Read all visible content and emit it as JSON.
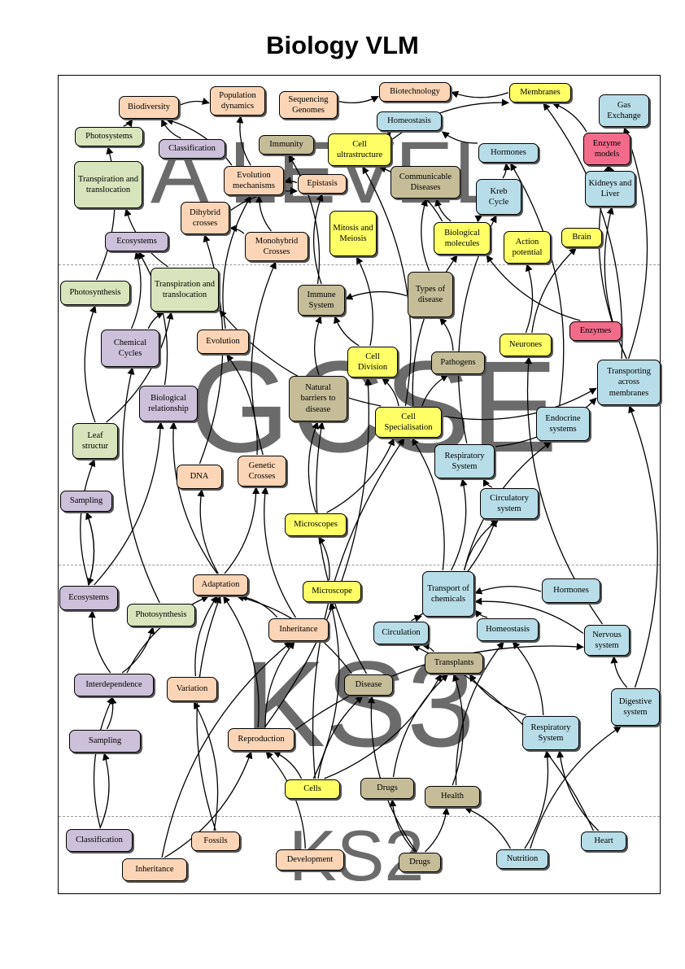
{
  "title": "Biology VLM",
  "watermarks": {
    "alevel": "A LEVEL",
    "gcse": "GCSE",
    "ks3": "KS3",
    "ks2": "KS2"
  },
  "colors": {
    "orange": "#fbd5b5",
    "yellow": "#ffff66",
    "green": "#d8e4bc",
    "purple": "#ccc0da",
    "blue": "#b7dde8",
    "khaki": "#c4bd97",
    "pink": "#f26b8a"
  },
  "nodes": {
    "biodiversity": {
      "label": "Biodiversity",
      "color": "orange"
    },
    "population_dynamics": {
      "label": "Population dynamics",
      "color": "orange"
    },
    "sequencing_genomes": {
      "label": "Sequencing Genomes",
      "color": "orange"
    },
    "biotechnology": {
      "label": "Biotechnology",
      "color": "orange"
    },
    "membranes": {
      "label": "Membranes",
      "color": "yellow"
    },
    "gas_exchange": {
      "label": "Gas Exchange",
      "color": "blue"
    },
    "photosystems": {
      "label": "Photosystems",
      "color": "green"
    },
    "classification_al": {
      "label": "Classification",
      "color": "purple"
    },
    "immunity": {
      "label": "Immunity",
      "color": "khaki"
    },
    "homeostasis_al": {
      "label": "Homeostasis",
      "color": "blue"
    },
    "cell_ultrastructure": {
      "label": "Cell ultrastructure",
      "color": "yellow"
    },
    "hormones_al": {
      "label": "Hormones",
      "color": "blue"
    },
    "enzyme_models": {
      "label": "Enzyme models",
      "color": "pink"
    },
    "transpiration_al": {
      "label": "Transpiration and translocation",
      "color": "green"
    },
    "evolution_mechanisms": {
      "label": "Evolution mechanisms",
      "color": "orange"
    },
    "epistasis": {
      "label": "Epistasis",
      "color": "orange"
    },
    "communicable_diseases": {
      "label": "Communicable Diseases",
      "color": "khaki"
    },
    "kreb_cycle": {
      "label": "Kreb Cycle",
      "color": "blue"
    },
    "kidneys_liver": {
      "label": "Kidneys and Liver",
      "color": "blue"
    },
    "dihybrid_crosses": {
      "label": "Dihybrid crosses",
      "color": "orange"
    },
    "mitosis_meiosis": {
      "label": "Mitosis and Meiosis",
      "color": "yellow"
    },
    "biological_molecules": {
      "label": "Biological molecules",
      "color": "yellow"
    },
    "action_potential": {
      "label": "Action potential",
      "color": "yellow"
    },
    "brain": {
      "label": "Brain",
      "color": "yellow"
    },
    "ecosystems_al": {
      "label": "Ecosystems",
      "color": "purple"
    },
    "monohybrid_crosses": {
      "label": "Monohybrid Crosses",
      "color": "orange"
    },
    "photosynthesis_gcse": {
      "label": "Photosynthesis",
      "color": "green"
    },
    "transpiration_gcse": {
      "label": "Transpiration and translocation",
      "color": "green"
    },
    "immune_system": {
      "label": "Immune System",
      "color": "khaki"
    },
    "types_of_disease": {
      "label": "Types of disease",
      "color": "khaki"
    },
    "enzymes": {
      "label": "Enzymes",
      "color": "pink"
    },
    "chemical_cycles": {
      "label": "Chemical Cycles",
      "color": "purple"
    },
    "evolution": {
      "label": "Evolution",
      "color": "orange"
    },
    "cell_division": {
      "label": "Cell Division",
      "color": "yellow"
    },
    "pathogens": {
      "label": "Pathogens",
      "color": "khaki"
    },
    "neurones": {
      "label": "Neurones",
      "color": "yellow"
    },
    "transporting_membranes": {
      "label": "Transporting across membranes",
      "color": "blue"
    },
    "biological_relationship": {
      "label": "Biological relationship",
      "color": "purple"
    },
    "natural_barriers": {
      "label": "Natural barriers to disease",
      "color": "khaki"
    },
    "leaf_structur": {
      "label": "Leaf structur",
      "color": "green"
    },
    "cell_specialisation": {
      "label": "Cell Specialisation",
      "color": "yellow"
    },
    "endocrine_systems": {
      "label": "Endocrine systems",
      "color": "blue"
    },
    "respiratory_gcse": {
      "label": "Respiratory System",
      "color": "blue"
    },
    "dna": {
      "label": "DNA",
      "color": "orange"
    },
    "genetic_crosses": {
      "label": "Genetic Crosses",
      "color": "orange"
    },
    "sampling_gcse": {
      "label": "Sampling",
      "color": "purple"
    },
    "circulatory_system": {
      "label": "Circulatory system",
      "color": "blue"
    },
    "microscopes": {
      "label": "Microscopes",
      "color": "yellow"
    },
    "ecosystems_ks3": {
      "label": "Ecosystems",
      "color": "purple"
    },
    "adaptation": {
      "label": "Adaptation",
      "color": "orange"
    },
    "microscope": {
      "label": "Microscope",
      "color": "yellow"
    },
    "transport_chemicals": {
      "label": "Transport of chemicals",
      "color": "blue"
    },
    "hormones_ks3": {
      "label": "Hormones",
      "color": "blue"
    },
    "photosynthesis_ks3": {
      "label": "Photosynthesis",
      "color": "green"
    },
    "inheritance_ks3": {
      "label": "Inheritance",
      "color": "orange"
    },
    "circulation": {
      "label": "Circulation",
      "color": "blue"
    },
    "homeostasis_ks3": {
      "label": "Homeostasis",
      "color": "blue"
    },
    "nervous_system": {
      "label": "Nervous system",
      "color": "blue"
    },
    "transplants": {
      "label": "Transplants",
      "color": "khaki"
    },
    "interdependence": {
      "label": "Interdependence",
      "color": "purple"
    },
    "variation": {
      "label": "Variation",
      "color": "orange"
    },
    "disease": {
      "label": "Disease",
      "color": "khaki"
    },
    "digestive_system": {
      "label": "Digestive system",
      "color": "blue"
    },
    "sampling_ks3": {
      "label": "Sampling",
      "color": "purple"
    },
    "reproduction": {
      "label": "Reproduction",
      "color": "orange"
    },
    "respiratory_ks3": {
      "label": "Respiratory System",
      "color": "blue"
    },
    "cells": {
      "label": "Cells",
      "color": "yellow"
    },
    "drugs_ks3": {
      "label": "Drugs",
      "color": "khaki"
    },
    "health": {
      "label": "Health",
      "color": "khaki"
    },
    "classification_ks2": {
      "label": "Classification",
      "color": "purple"
    },
    "fossils": {
      "label": "Fossils",
      "color": "orange"
    },
    "development": {
      "label": "Development",
      "color": "orange"
    },
    "drugs_ks2": {
      "label": "Drugs",
      "color": "khaki"
    },
    "nutrition": {
      "label": "Nutrition",
      "color": "blue"
    },
    "heart": {
      "label": "Heart",
      "color": "blue"
    },
    "inheritance_ks2": {
      "label": "Inheritance",
      "color": "orange"
    }
  },
  "edges": [
    [
      "biodiversity",
      "population_dynamics"
    ],
    [
      "sequencing_genomes",
      "biotechnology"
    ],
    [
      "membranes",
      "biotechnology"
    ],
    [
      "enzyme_models",
      "membranes"
    ],
    [
      "cell_ultrastructure",
      "membranes"
    ],
    [
      "cell_ultrastructure",
      "homeostasis_al"
    ],
    [
      "hormones_al",
      "homeostasis_al"
    ],
    [
      "photosystems",
      "biodiversity"
    ],
    [
      "classification_al",
      "biodiversity"
    ],
    [
      "evolution_mechanisms",
      "biodiversity"
    ],
    [
      "evolution_mechanisms",
      "population_dynamics"
    ],
    [
      "epistasis",
      "evolution_mechanisms"
    ],
    [
      "dihybrid_crosses",
      "epistasis"
    ],
    [
      "monohybrid_crosses",
      "dihybrid_crosses"
    ],
    [
      "monohybrid_crosses",
      "evolution_mechanisms"
    ],
    [
      "kreb_cycle",
      "hormones_al"
    ],
    [
      "biological_molecules",
      "kreb_cycle"
    ],
    [
      "biological_molecules",
      "cell_ultrastructure"
    ],
    [
      "biological_molecules",
      "communicable_diseases"
    ],
    [
      "kidneys_liver",
      "enzyme_models"
    ],
    [
      "transporting_membranes",
      "enzyme_models"
    ],
    [
      "transporting_membranes",
      "gas_exchange"
    ],
    [
      "transporting_membranes",
      "kidneys_liver"
    ],
    [
      "transporting_membranes",
      "membranes"
    ],
    [
      "enzymes",
      "biological_molecules"
    ],
    [
      "neurones",
      "action_potential"
    ],
    [
      "neurones",
      "brain"
    ],
    [
      "cell_division",
      "mitosis_meiosis"
    ],
    [
      "cell_division",
      "immune_system"
    ],
    [
      "types_of_disease",
      "immune_system"
    ],
    [
      "types_of_disease",
      "communicable_diseases"
    ],
    [
      "pathogens",
      "types_of_disease"
    ],
    [
      "natural_barriers",
      "immune_system"
    ],
    [
      "immune_system",
      "immunity"
    ],
    [
      "immune_system",
      "epistasis"
    ],
    [
      "photosynthesis_gcse",
      "photosystems"
    ],
    [
      "transpiration_gcse",
      "transpiration_al"
    ],
    [
      "chemical_cycles",
      "ecosystems_al"
    ],
    [
      "chemical_cycles",
      "transpiration_gcse"
    ],
    [
      "biological_relationship",
      "ecosystems_al"
    ],
    [
      "evolution",
      "evolution_mechanisms"
    ],
    [
      "cell_specialisation",
      "cell_division"
    ],
    [
      "cell_specialisation",
      "pathogens"
    ],
    [
      "cell_specialisation",
      "transporting_membranes"
    ],
    [
      "cell_specialisation",
      "biological_molecules"
    ],
    [
      "cell_specialisation",
      "cell_ultrastructure"
    ],
    [
      "cell_specialisation",
      "transpiration_gcse"
    ],
    [
      "endocrine_systems",
      "hormones_al"
    ],
    [
      "respiratory_gcse",
      "kreb_cycle"
    ],
    [
      "respiratory_gcse",
      "transporting_membranes"
    ],
    [
      "circulatory_system",
      "respiratory_gcse"
    ],
    [
      "genetic_crosses",
      "evolution"
    ],
    [
      "genetic_crosses",
      "monohybrid_crosses"
    ],
    [
      "dna",
      "dihybrid_crosses"
    ],
    [
      "leaf_structur",
      "photosynthesis_gcse"
    ],
    [
      "leaf_structur",
      "transpiration_gcse"
    ],
    [
      "sampling_gcse",
      "ecosystems_ks3"
    ],
    [
      "microscopes",
      "cell_specialisation"
    ],
    [
      "microscopes",
      "natural_barriers"
    ],
    [
      "microscope",
      "microscopes"
    ],
    [
      "adaptation",
      "dna"
    ],
    [
      "adaptation",
      "genetic_crosses"
    ],
    [
      "adaptation",
      "biological_relationship"
    ],
    [
      "ecosystems_ks3",
      "biological_relationship"
    ],
    [
      "ecosystems_ks3",
      "leaf_structur"
    ],
    [
      "ecosystems_ks3",
      "sampling_gcse"
    ],
    [
      "photosynthesis_ks3",
      "chemical_cycles"
    ],
    [
      "inheritance_ks3",
      "adaptation"
    ],
    [
      "inheritance_ks3",
      "genetic_crosses"
    ],
    [
      "transport_chemicals",
      "respiratory_gcse"
    ],
    [
      "transport_chemicals",
      "circulatory_system"
    ],
    [
      "transport_chemicals",
      "cell_specialisation"
    ],
    [
      "transport_chemicals",
      "endocrine_systems"
    ],
    [
      "hormones_ks3",
      "transport_chemicals"
    ],
    [
      "homeostasis_ks3",
      "transport_chemicals"
    ],
    [
      "circulation",
      "circulatory_system"
    ],
    [
      "circulation",
      "transport_chemicals"
    ],
    [
      "nervous_system",
      "transport_chemicals"
    ],
    [
      "nervous_system",
      "neurones"
    ],
    [
      "transplants",
      "circulation"
    ],
    [
      "interdependence",
      "ecosystems_ks3"
    ],
    [
      "interdependence",
      "photosynthesis_ks3"
    ],
    [
      "interdependence",
      "adaptation"
    ],
    [
      "sampling_ks3",
      "interdependence"
    ],
    [
      "variation",
      "adaptation"
    ],
    [
      "disease",
      "adaptation"
    ],
    [
      "disease",
      "natural_barriers"
    ],
    [
      "digestive_system",
      "transporting_membranes"
    ],
    [
      "digestive_system",
      "nervous_system"
    ],
    [
      "reproduction",
      "adaptation"
    ],
    [
      "reproduction",
      "inheritance_ks3"
    ],
    [
      "reproduction",
      "cell_division"
    ],
    [
      "reproduction",
      "nervous_system"
    ],
    [
      "respiratory_ks3",
      "homeostasis_ks3"
    ],
    [
      "respiratory_ks3",
      "transplants"
    ],
    [
      "cells",
      "reproduction"
    ],
    [
      "cells",
      "disease"
    ],
    [
      "cells",
      "microscope"
    ],
    [
      "cells",
      "cell_specialisation"
    ],
    [
      "cells",
      "transplants"
    ],
    [
      "drugs_ks3",
      "transplants"
    ],
    [
      "health",
      "transplants"
    ],
    [
      "health",
      "homeostasis_ks3"
    ],
    [
      "classification_ks2",
      "sampling_ks3"
    ],
    [
      "classification_ks2",
      "interdependence"
    ],
    [
      "inheritance_ks2",
      "reproduction"
    ],
    [
      "inheritance_ks2",
      "inheritance_ks3"
    ],
    [
      "fossils",
      "variation"
    ],
    [
      "fossils",
      "adaptation"
    ],
    [
      "development",
      "reproduction"
    ],
    [
      "drugs_ks2",
      "drugs_ks3"
    ],
    [
      "drugs_ks2",
      "health"
    ],
    [
      "drugs_ks2",
      "disease"
    ],
    [
      "nutrition",
      "health"
    ],
    [
      "nutrition",
      "digestive_system"
    ],
    [
      "nutrition",
      "respiratory_ks3"
    ],
    [
      "heart",
      "respiratory_ks3"
    ],
    [
      "heart",
      "circulation"
    ]
  ]
}
